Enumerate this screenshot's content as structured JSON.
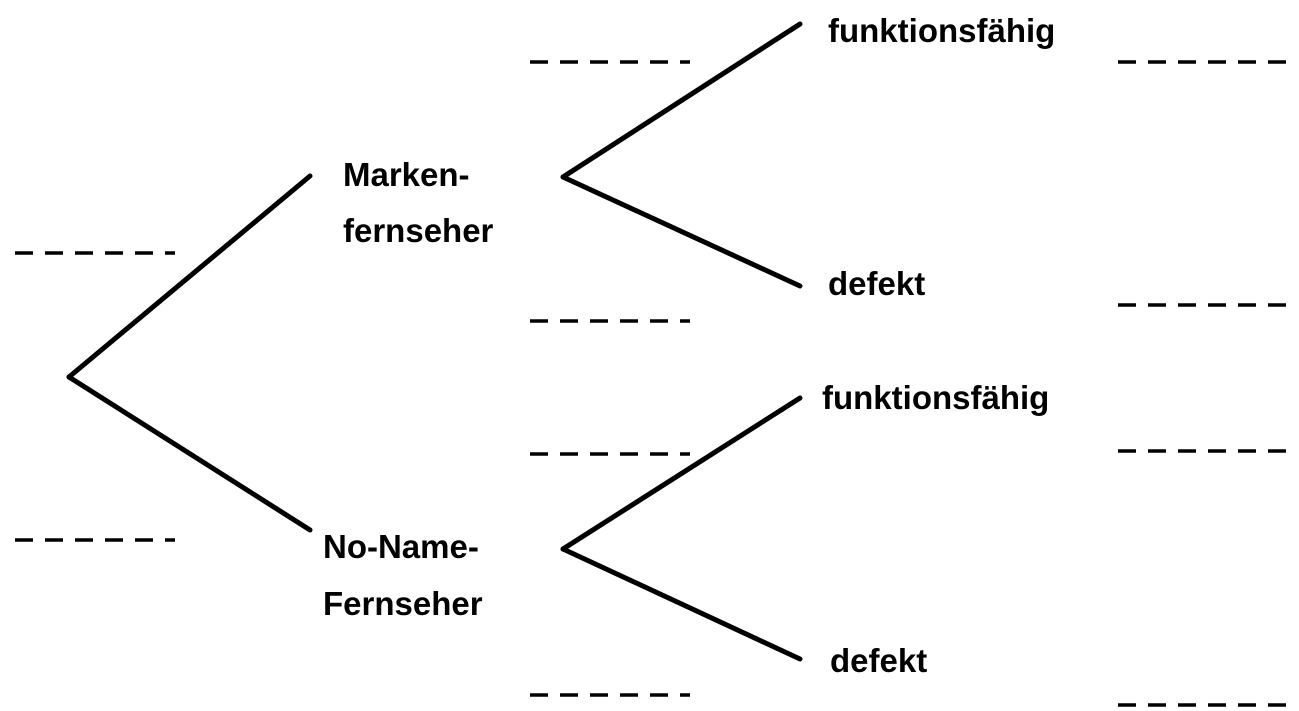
{
  "tree": {
    "level1": [
      {
        "label_lines": [
          "Marken-",
          "fernseher"
        ],
        "children": [
          {
            "label": "funktionsfähig"
          },
          {
            "label": "defekt"
          }
        ]
      },
      {
        "label_lines": [
          "No-Name-",
          "Fernseher"
        ],
        "children": [
          {
            "label": "funktionsfähig"
          },
          {
            "label": "defekt"
          }
        ]
      }
    ]
  }
}
